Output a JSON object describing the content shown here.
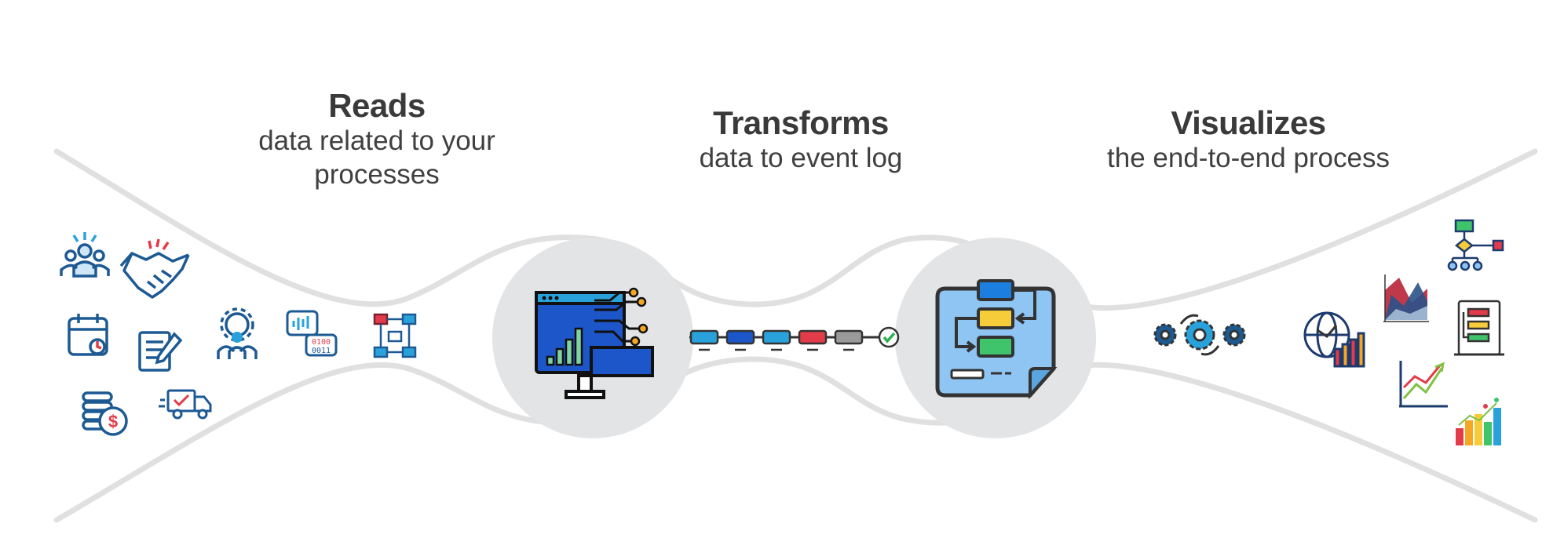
{
  "stages": [
    {
      "title": "Reads",
      "subtitle_lines": [
        "data related to your",
        "processes"
      ]
    },
    {
      "title": "Transforms",
      "subtitle_lines": [
        "data to event log"
      ]
    },
    {
      "title": "Visualizes",
      "subtitle_lines": [
        "the end-to-end process"
      ]
    }
  ],
  "colors": {
    "funnel_line": "#e0e0e0",
    "hub_circle": "#e3e4e6",
    "heading_text": "#3a3a3a",
    "icon_blue": "#1d5a94",
    "monitor_blue": "#1c56c9",
    "event_blue": "#29a2dc",
    "event_red": "#e23b4a",
    "event_gray": "#9a9a9a",
    "check_green": "#2bb24c"
  },
  "source_icons": [
    "team-icon",
    "handshake-icon",
    "calendar-icon",
    "document-edit-icon",
    "gear-people-icon",
    "data-chat-icon",
    "process-flow-icon",
    "coins-dollar-icon",
    "delivery-truck-icon"
  ],
  "hub_icons": [
    "analytics-monitor-icon",
    "workflow-document-icon"
  ],
  "event_log_icon": "event-sequence-icon",
  "output_icons": [
    "gears-cycle-icon",
    "global-analytics-icon",
    "area-chart-icon",
    "flowchart-icon",
    "process-board-icon",
    "trend-chart-icon",
    "bar-chart-icon"
  ]
}
